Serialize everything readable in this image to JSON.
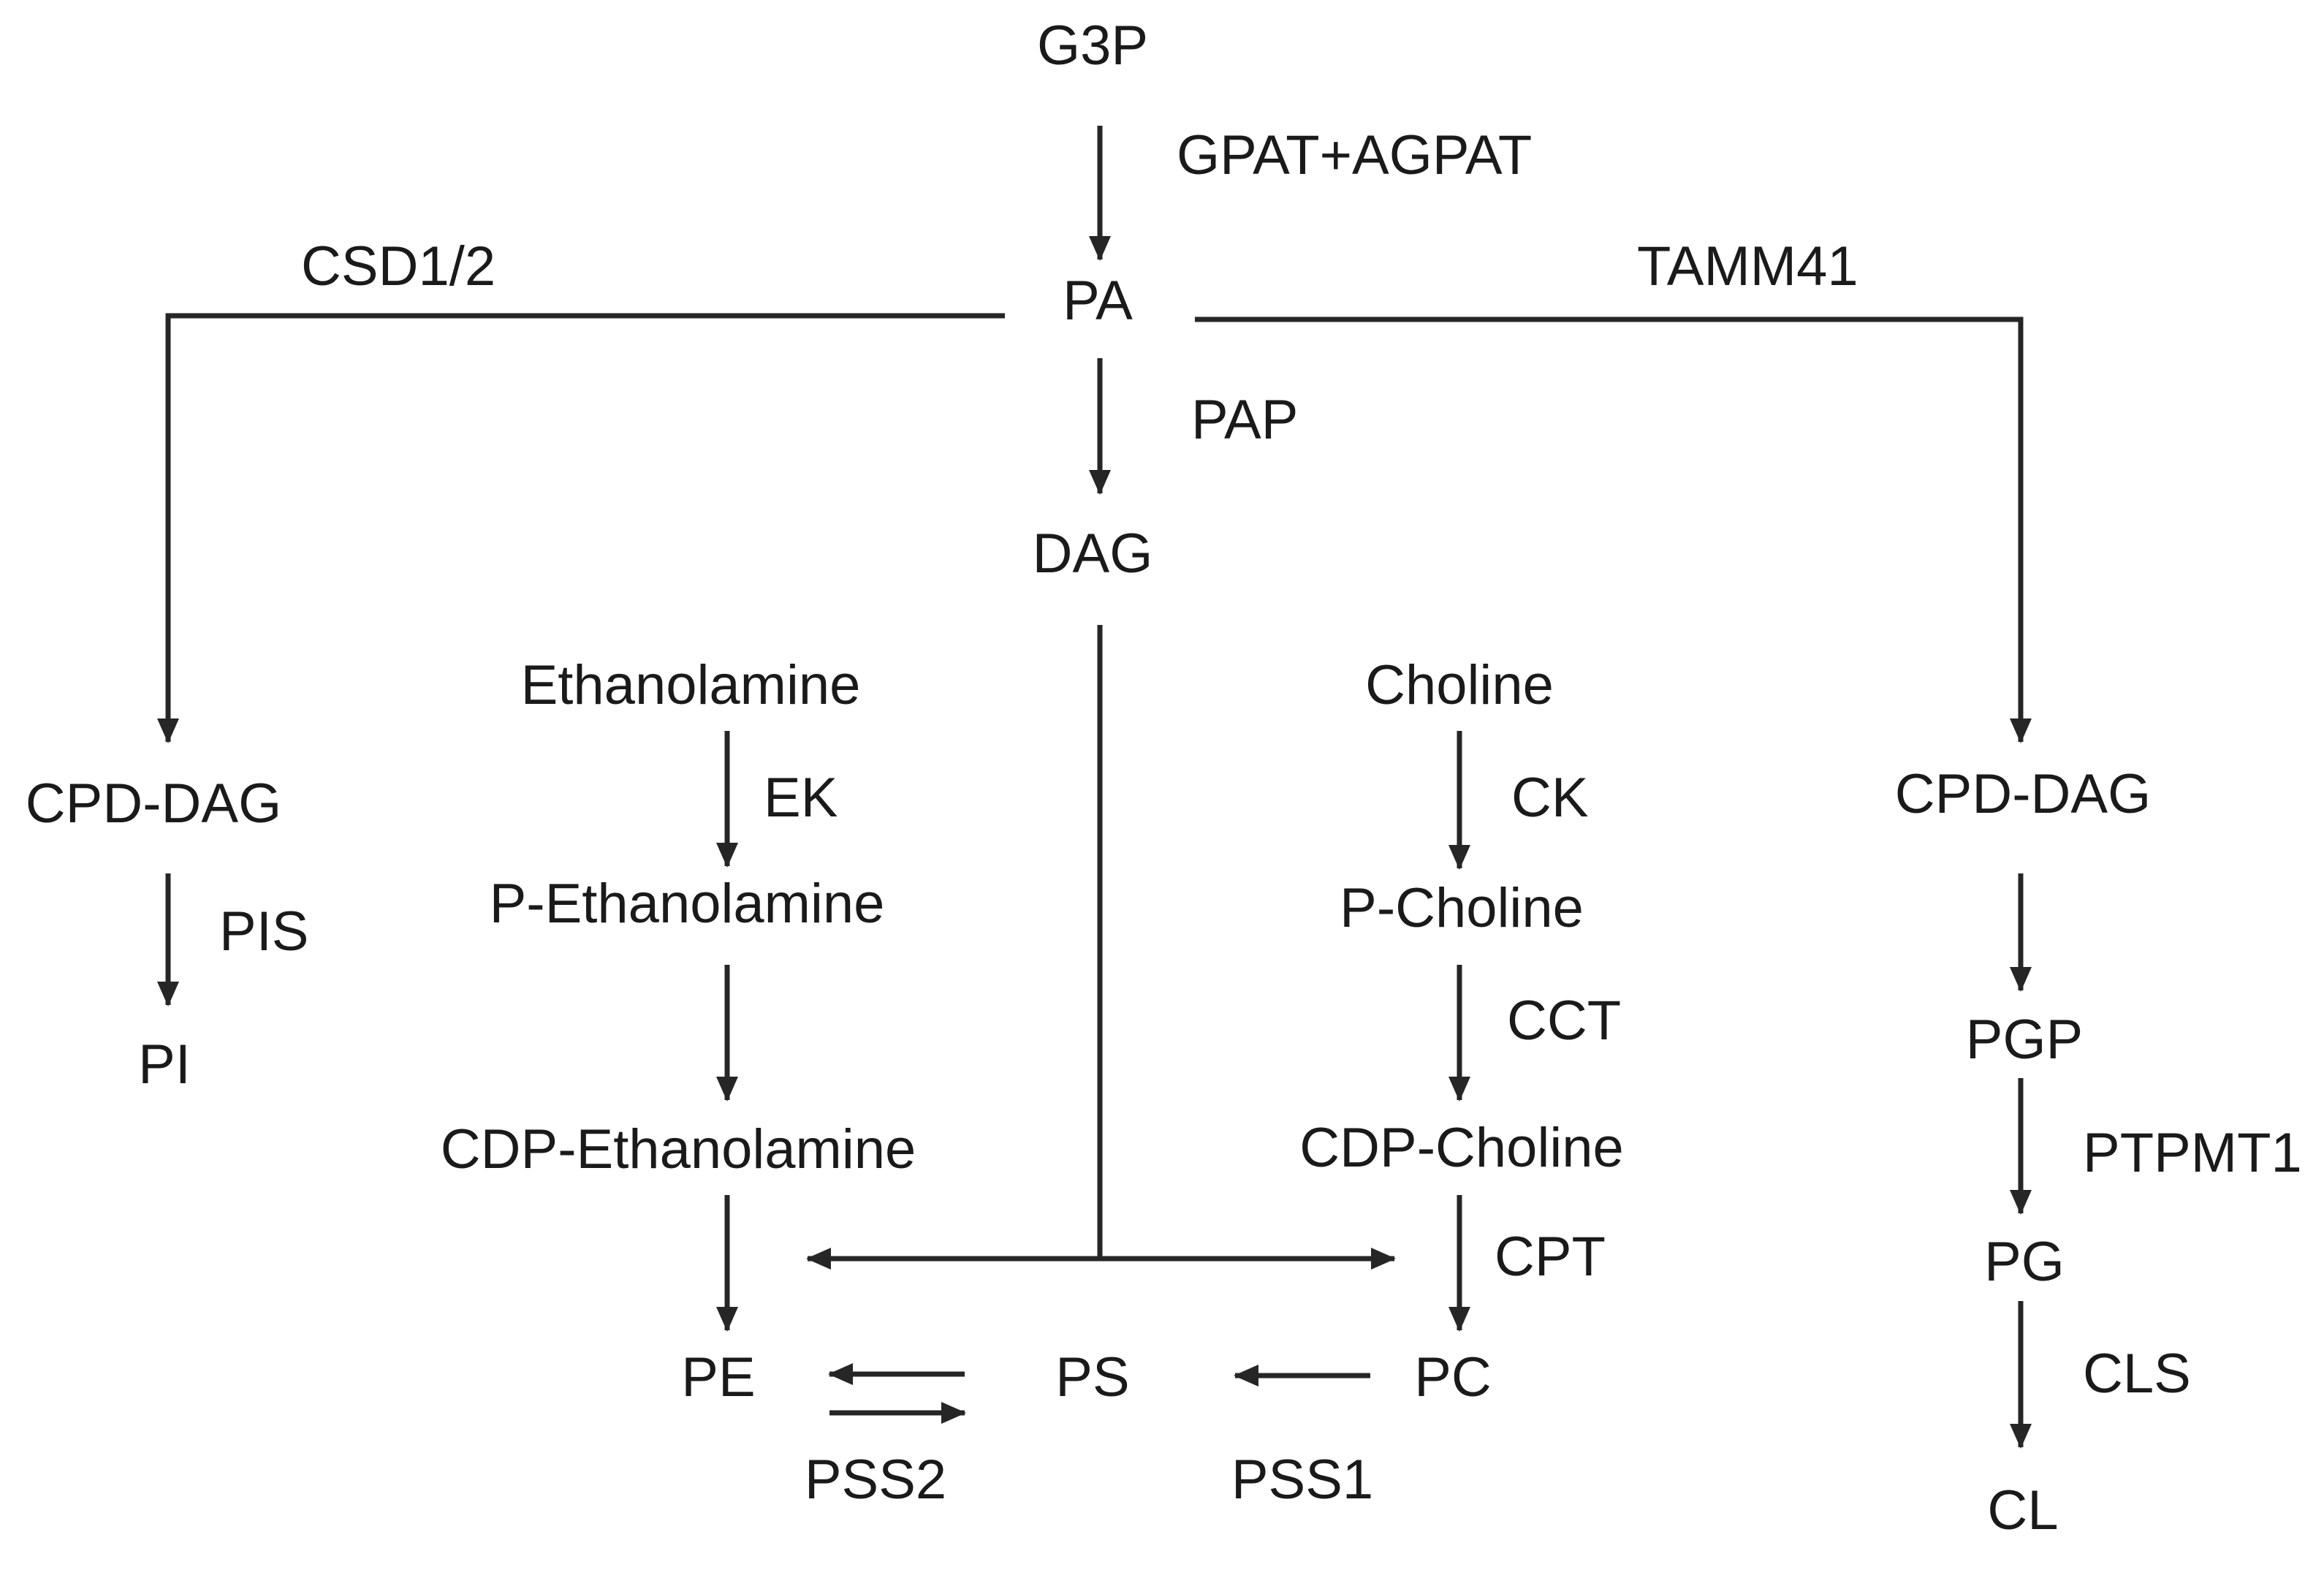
{
  "nodes": {
    "g3p": "G3P",
    "pa": "PA",
    "dag": "DAG",
    "cpd_dag_left": "CPD-DAG",
    "pi": "PI",
    "ethanolamine": "Ethanolamine",
    "p_ethanolamine": "P-Ethanolamine",
    "cdp_ethanolamine": "CDP-Ethanolamine",
    "pe": "PE",
    "ps": "PS",
    "choline": "Choline",
    "p_choline": "P-Choline",
    "cdp_choline": "CDP-Choline",
    "pc": "PC",
    "cpd_dag_right": "CPD-DAG",
    "pgp": "PGP",
    "pg": "PG",
    "cl": "CL"
  },
  "enzymes": {
    "gpat_agpat": "GPAT+AGPAT",
    "csd": "CSD1/2",
    "tamm41": "TAMM41",
    "pap": "PAP",
    "pis": "PIS",
    "ek": "EK",
    "ck": "CK",
    "cct": "CCT",
    "cpt": "CPT",
    "ptpmt1": "PTPMT1",
    "cls": "CLS",
    "pss2": "PSS2",
    "pss1": "PSS1"
  },
  "colors": {
    "line": "#262626",
    "text": "#1a1a1a",
    "background": "#ffffff"
  }
}
